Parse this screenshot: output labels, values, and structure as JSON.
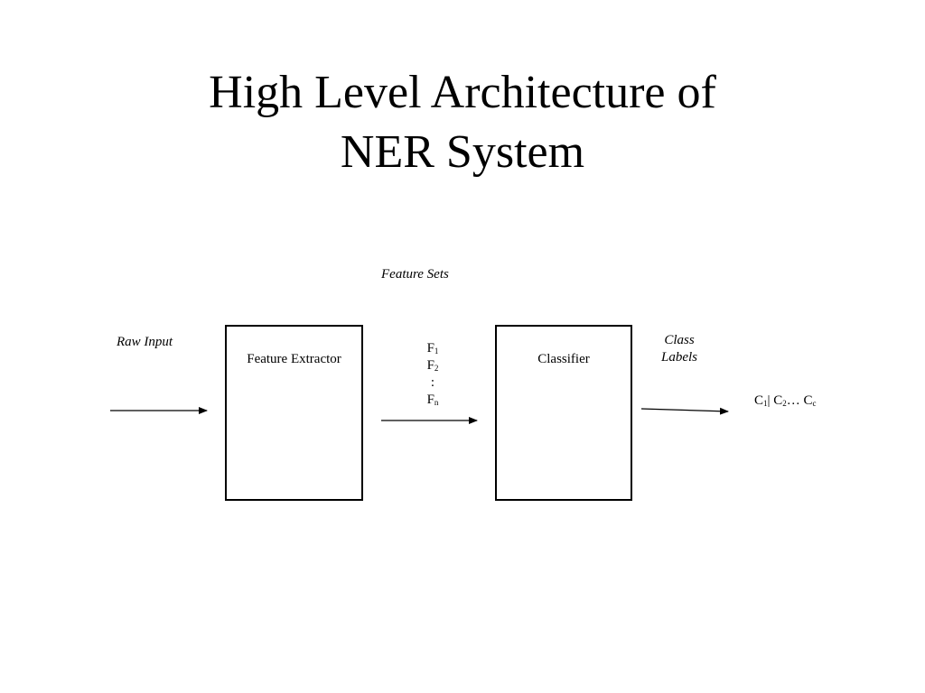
{
  "title": {
    "line1": "High Level Architecture of",
    "line2": "NER System"
  },
  "labels": {
    "raw_input": "Raw Input",
    "feature_sets": "Feature Sets",
    "class_labels_line1": "Class",
    "class_labels_line2": "Labels"
  },
  "boxes": {
    "feature_extractor": "Feature Extractor",
    "classifier": "Classifier"
  },
  "features": {
    "f1_base": "F",
    "f1_sub": "1",
    "f2_base": "F",
    "f2_sub": "2",
    "ellipsis": ":",
    "fn_base": "F",
    "fn_sub": "n"
  },
  "output": {
    "c1_base": "C",
    "c1_sub": "1",
    "sep": "| C",
    "c2_sub": "2",
    "mid": "… C",
    "cc_sub": "c"
  }
}
